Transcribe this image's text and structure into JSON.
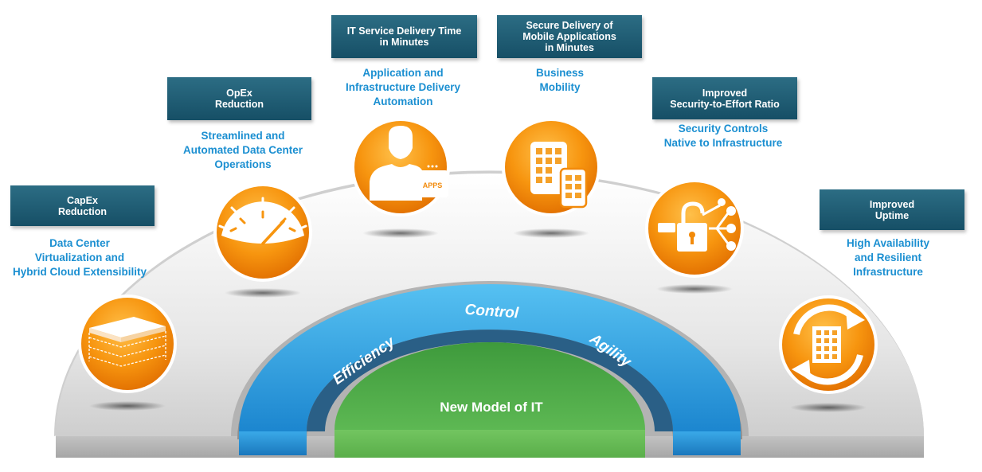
{
  "items": [
    {
      "title": [
        "CapEx",
        "Reduction"
      ],
      "desc": [
        "Data Center",
        "Virtualization and",
        "Hybrid Cloud Extensibility"
      ],
      "icon": "server-stack-icon"
    },
    {
      "title": [
        "OpEx",
        "Reduction"
      ],
      "desc": [
        "Streamlined and",
        "Automated Data Center",
        "Operations"
      ],
      "icon": "speedometer-icon"
    },
    {
      "title": [
        "IT Service Delivery Time",
        "in Minutes"
      ],
      "desc": [
        "Application and",
        "Infrastructure Delivery",
        "Automation"
      ],
      "icon": "user-apps-icon"
    },
    {
      "title": [
        "Secure Delivery of",
        "Mobile Applications",
        "in Minutes"
      ],
      "desc": [
        "Business",
        "Mobility"
      ],
      "icon": "tablet-phone-icon"
    },
    {
      "title": [
        "Improved",
        "Security-to-Effort Ratio"
      ],
      "desc": [
        "Security Controls",
        "Native to Infrastructure"
      ],
      "icon": "padlock-network-icon"
    },
    {
      "title": [
        "Improved",
        "Uptime"
      ],
      "desc": [
        "High Availability",
        "and Resilient",
        "Infrastructure"
      ],
      "icon": "building-cycle-icon"
    }
  ],
  "arc": {
    "left": "Efficiency",
    "center": "Control",
    "right": "Agility"
  },
  "core": "New Model of IT",
  "colors": {
    "orange": "#f28a0a",
    "navy": "#1f5f78",
    "blue_text": "#1b8fd1",
    "blue_arc": "#2e9ee0",
    "green": "#4aa548"
  }
}
